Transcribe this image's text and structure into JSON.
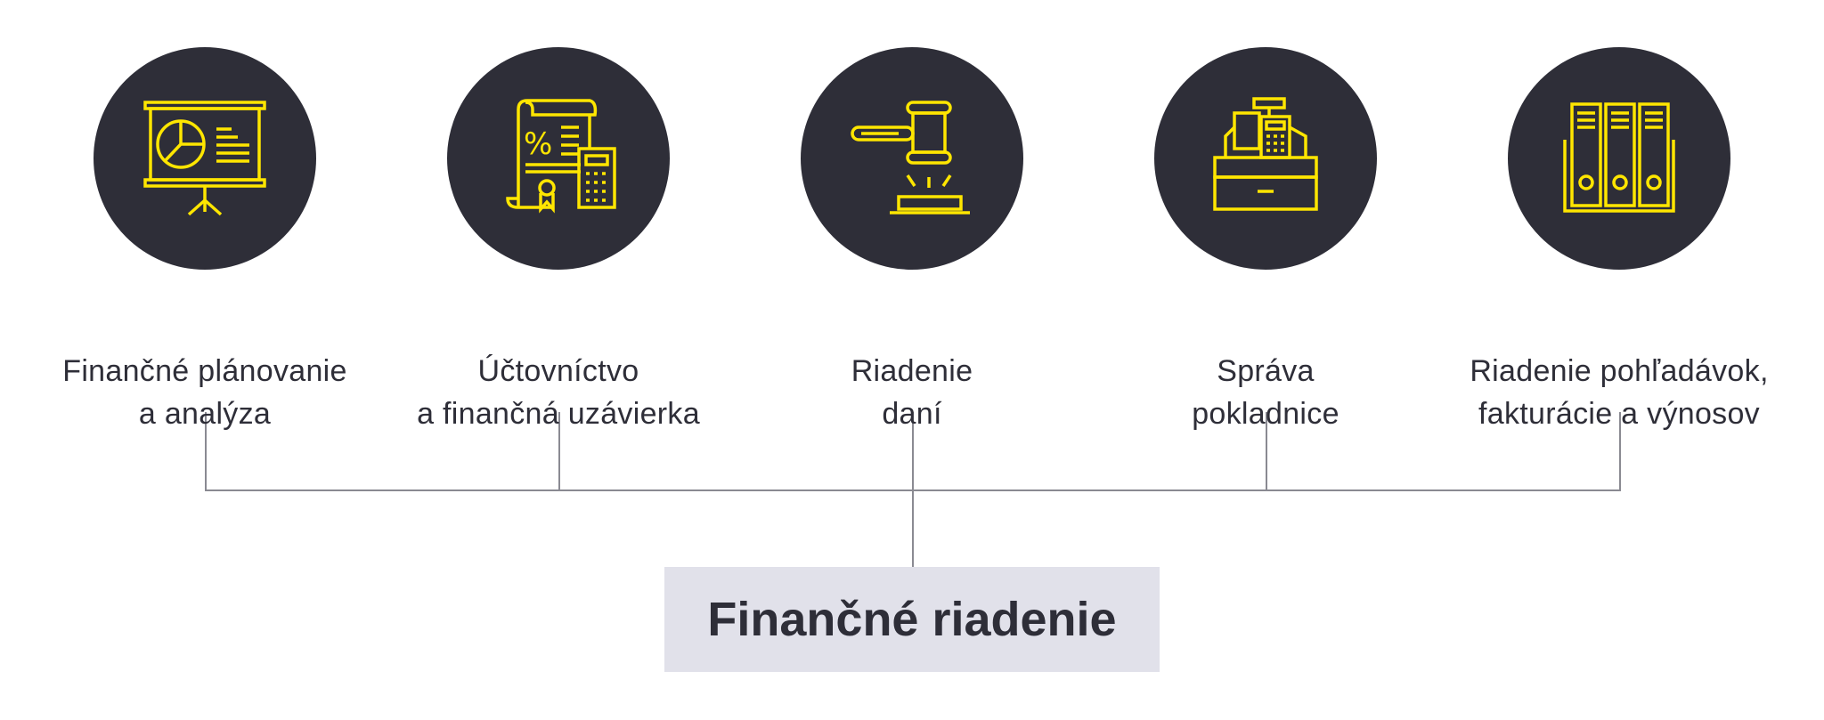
{
  "nodes": [
    {
      "icon": "presentation-chart-icon",
      "line1": "Finančné plánovanie",
      "line2": "a analýza"
    },
    {
      "icon": "document-calculator-icon",
      "line1": "Účtovníctvo",
      "line2": "a finančná uzávierka"
    },
    {
      "icon": "gavel-icon",
      "line1": "Riadenie",
      "line2": "daní"
    },
    {
      "icon": "cash-register-icon",
      "line1": "Správa",
      "line2": "pokladnice"
    },
    {
      "icon": "binders-icon",
      "line1": "Riadenie pohľadávok,",
      "line2": "fakturácie a výnosov"
    }
  ],
  "root": {
    "label": "Finančné riadenie"
  },
  "colors": {
    "circle": "#2e2e38",
    "icon": "#ffe600",
    "root_bg": "#e1e1ea",
    "line": "#8a8a92"
  }
}
